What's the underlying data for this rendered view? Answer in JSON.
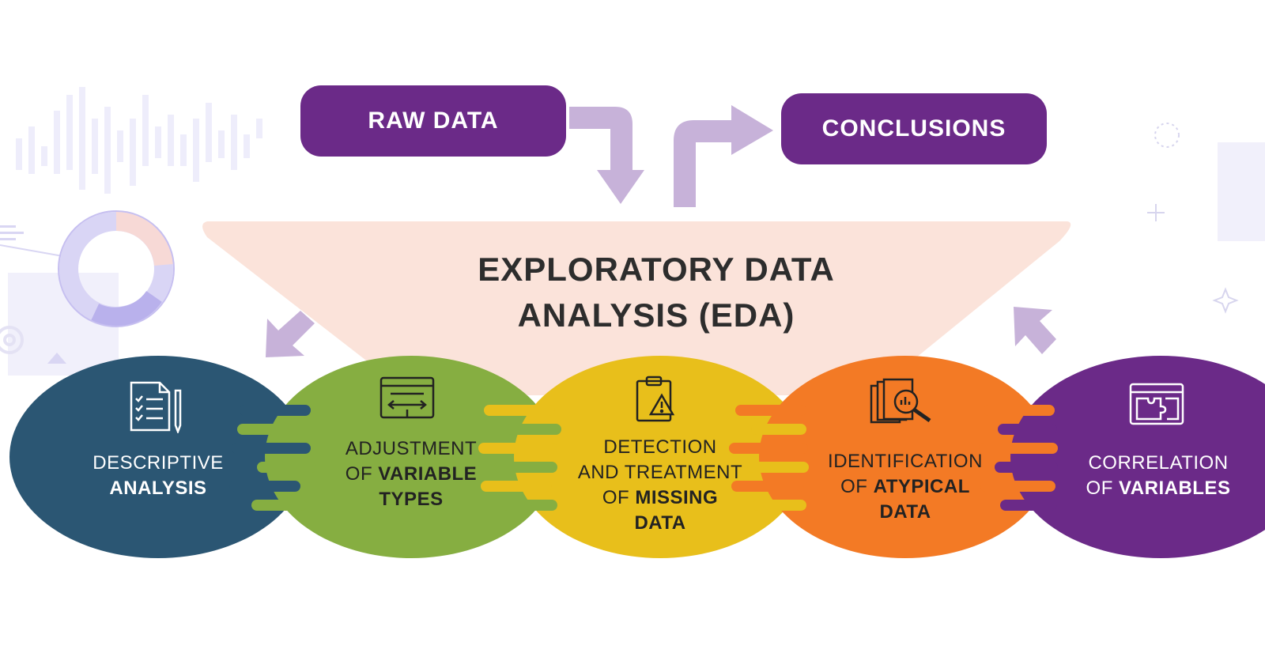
{
  "colors": {
    "purple": "#6b2a88",
    "arrow": "#c7b2d9",
    "funnel": "#fbe3da",
    "text_dark": "#2d2d2d",
    "teal": "#2b5673",
    "green": "#86ae41",
    "yellow": "#e8bf1b",
    "orange": "#f37a25",
    "violet": "#6b2a88",
    "decor": "#ecebfa"
  },
  "top": {
    "raw_data": "RAW DATA",
    "conclusions": "CONCLUSIONS"
  },
  "eda": {
    "line1": "EXPLORATORY DATA",
    "line2": "ANALYSIS (EDA)"
  },
  "steps": [
    {
      "icon": "checklist-document-icon",
      "lines": [
        {
          "light": "DESCRIPTIVE",
          "bold": ""
        },
        {
          "light": "",
          "bold": "ANALYSIS"
        }
      ]
    },
    {
      "icon": "adjustment-window-icon",
      "lines": [
        {
          "light": "ADJUSTMENT",
          "bold": ""
        },
        {
          "light": "OF ",
          "bold": "VARIABLE"
        },
        {
          "light": "",
          "bold": "TYPES"
        }
      ]
    },
    {
      "icon": "clipboard-warning-icon",
      "lines": [
        {
          "light": "DETECTION",
          "bold": ""
        },
        {
          "light": "AND TREATMENT",
          "bold": ""
        },
        {
          "light": "OF ",
          "bold": "MISSING"
        },
        {
          "light": "",
          "bold": "DATA"
        }
      ]
    },
    {
      "icon": "document-magnifier-icon",
      "lines": [
        {
          "light": "IDENTIFICATION",
          "bold": ""
        },
        {
          "light": "OF ",
          "bold": "ATYPICAL"
        },
        {
          "light": "",
          "bold": "DATA"
        }
      ]
    },
    {
      "icon": "puzzle-window-icon",
      "lines": [
        {
          "light": "CORRELATION",
          "bold": ""
        },
        {
          "light": "OF ",
          "bold": "VARIABLES"
        }
      ]
    }
  ]
}
